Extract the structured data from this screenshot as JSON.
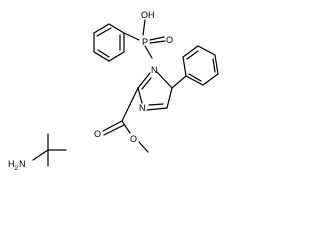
{
  "diagram": {
    "type": "chemical-structure",
    "atom_labels": {
      "oh": "OH",
      "p": "P",
      "o_phosphoryl": "O",
      "n1": "N",
      "n2": "N",
      "o_carbonyl": "O",
      "o_ester": "O",
      "amine_h": "H",
      "amine_h_count": "2",
      "amine_n": "N"
    }
  }
}
